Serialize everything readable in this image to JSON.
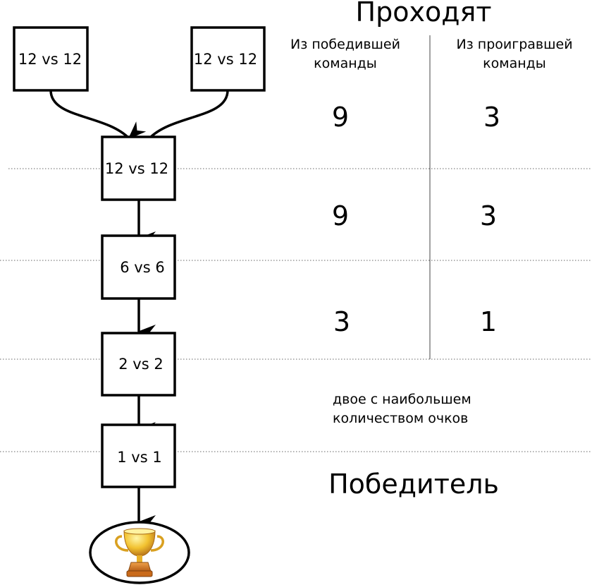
{
  "header": {
    "title": "Проходят",
    "col_winner": [
      "Из победившей",
      "команды"
    ],
    "col_loser": [
      "Из проигравшей",
      "команды"
    ]
  },
  "rounds": [
    {
      "match": "12 vs 12"
    },
    {
      "match": "12 vs 12"
    },
    {
      "match": "12 vs 12",
      "winners": "9",
      "losers": "3"
    },
    {
      "match": "6 vs 6",
      "winners": "9",
      "losers": "3"
    },
    {
      "match": "2 vs 2",
      "winners": "3",
      "losers": "1"
    },
    {
      "match": "1 vs 1"
    }
  ],
  "final_note": [
    "двое с наибольшем",
    "количеством очков"
  ],
  "winner_label": "Победитель",
  "trophy": {
    "icon": "trophy-icon",
    "colors": {
      "gold": "#f2c230",
      "dark_gold": "#b8741a",
      "base": "#d9822b"
    }
  }
}
